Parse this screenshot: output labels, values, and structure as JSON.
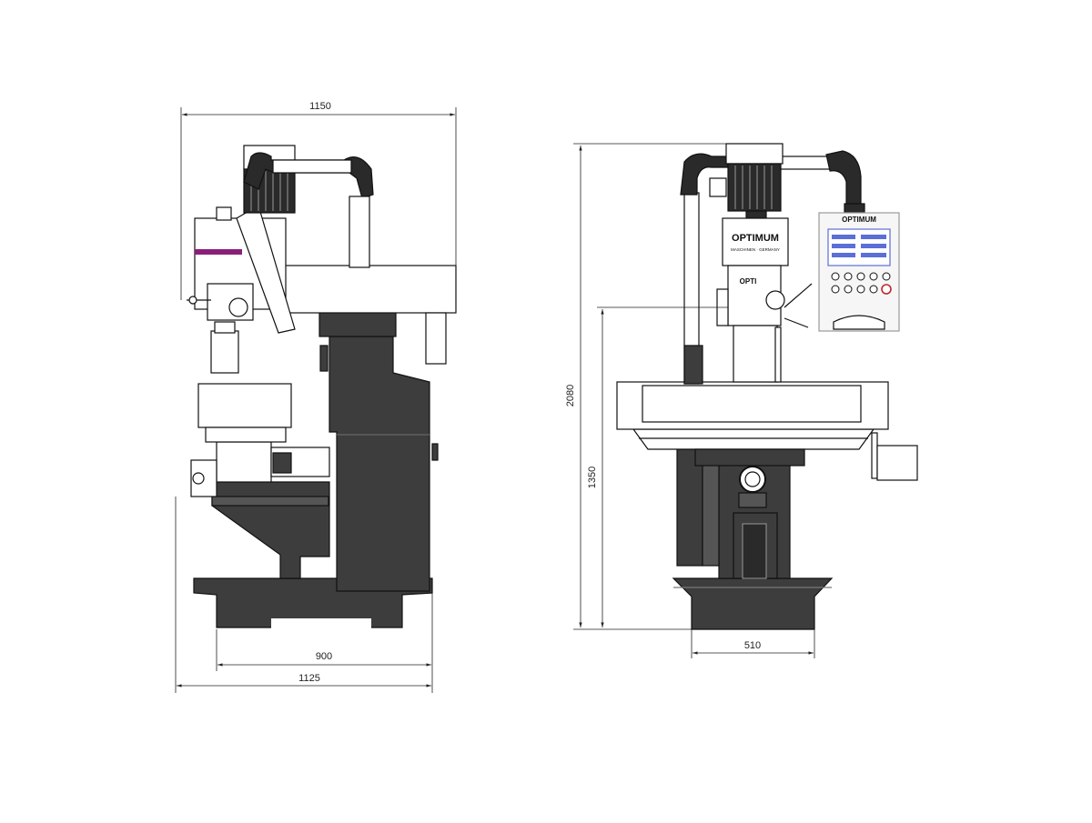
{
  "brand": {
    "name": "OPTIMUM",
    "subtitle": "MASCHINEN · GERMANY",
    "panel_brand": "OPTIMUM",
    "head_badge": "OPTI",
    "accent_color": "#8a1f7a"
  },
  "dimensions": {
    "side_top_width": "1150",
    "side_base_inner": "900",
    "side_base_outer": "1125",
    "front_total_height": "2080",
    "front_table_height": "1350",
    "front_base_width": "510"
  },
  "colors": {
    "cast_body": "#3d3d3d",
    "outline": "#111111",
    "dim_line": "#222222",
    "panel_screen": "#5b6fd6"
  }
}
